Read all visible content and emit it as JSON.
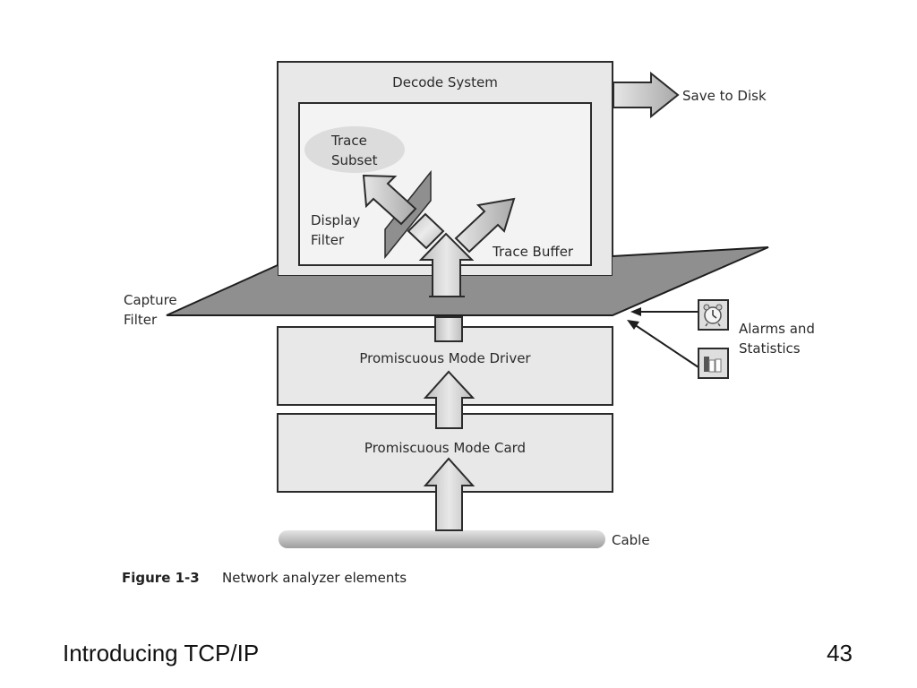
{
  "diagram": {
    "decode_system": {
      "label": "Decode System"
    },
    "trace_subset": {
      "line1": "Trace",
      "line2": "Subset"
    },
    "display_filter": {
      "line1": "Display",
      "line2": "Filter"
    },
    "trace_buffer": {
      "label": "Trace Buffer"
    },
    "save_to_disk": {
      "label": "Save to Disk"
    },
    "capture_filter": {
      "line1": "Capture",
      "line2": "Filter"
    },
    "alarms_statistics": {
      "line1": "Alarms and",
      "line2": "Statistics",
      "icons": [
        "alarm-clock-icon",
        "bar-chart-icon"
      ]
    },
    "promiscuous_driver": {
      "label": "Promiscuous Mode Driver"
    },
    "promiscuous_card": {
      "label": "Promiscuous Mode Card"
    },
    "cable": {
      "label": "Cable"
    }
  },
  "caption": {
    "figure_number": "Figure 1-3",
    "text": "Network analyzer elements"
  },
  "footer": {
    "title": "Introducing TCP/IP",
    "page_number": "43"
  }
}
